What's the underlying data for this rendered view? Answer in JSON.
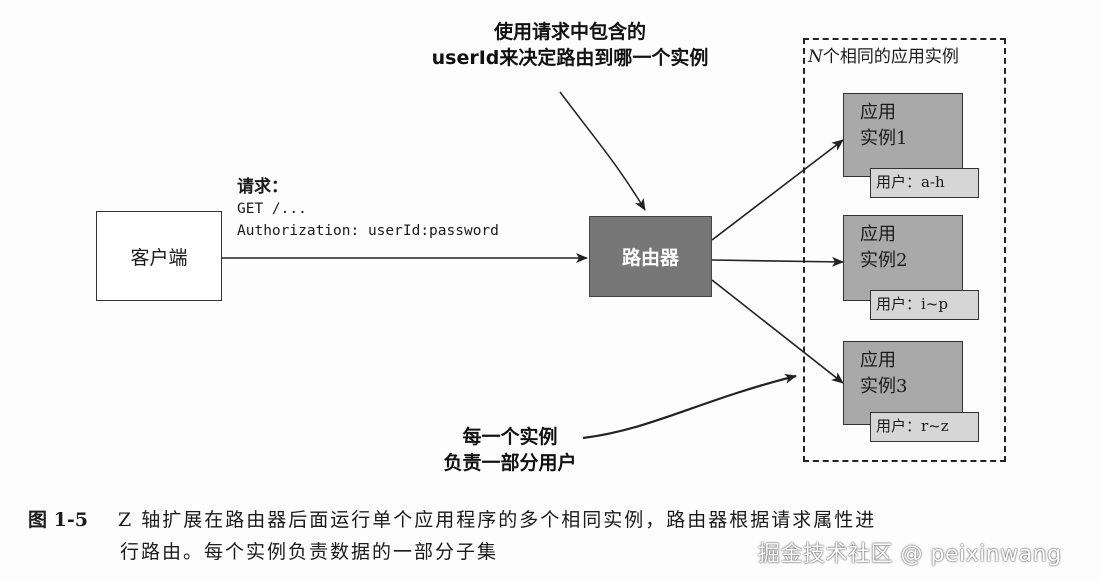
{
  "top_note": {
    "line1": "使用请求中包含的",
    "line2": "userId来决定路由到哪一个实例"
  },
  "request": {
    "title": "请求：",
    "line1": "GET /...",
    "line2": "Authorization: userId:password"
  },
  "client": {
    "label": "客户端"
  },
  "router": {
    "label": "路由器"
  },
  "group": {
    "prefix": "N",
    "label": "个相同的应用实例"
  },
  "instances": [
    {
      "name1": "应用",
      "name2": "实例1",
      "users": "用户：a-h"
    },
    {
      "name1": "应用",
      "name2": "实例2",
      "users": "用户：i~p"
    },
    {
      "name1": "应用",
      "name2": "实例3",
      "users": "用户：r~z"
    }
  ],
  "bottom_note": {
    "line1": "每一个实例",
    "line2": "负责一部分用户"
  },
  "caption": {
    "figure": "图 1-5",
    "line1": "Z 轴扩展在路由器后面运行单个应用程序的多个相同实例，路由器根据请求属性进",
    "line2": "行路由。每个实例负责数据的一部分子集"
  },
  "watermark": "掘金技术社区 @ peixinwang"
}
